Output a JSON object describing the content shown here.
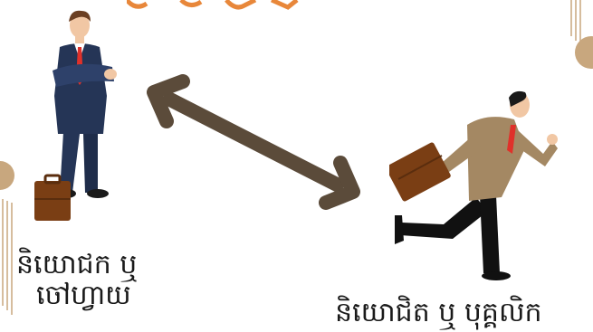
{
  "labels": {
    "employer_line1": "និយោជក ឬ",
    "employer_line2": "ចៅហ្វាយ",
    "employee": "និយោជិត ឬ បុគ្គលិក"
  },
  "colors": {
    "background": "#ffffff",
    "arrow": "#5b4b3a",
    "accent_tan": "#c8a77e",
    "heading_orange": "#e8873a",
    "suit_navy": "#253556",
    "suit_tan": "#a48863",
    "tie_red": "#e0312a",
    "briefcase_brown": "#7a3e14"
  },
  "icons": {
    "arrow": "double-headed-arrow-icon",
    "employer": "businessman-arms-crossed-icon",
    "employee": "running-businessman-icon",
    "briefcase": "briefcase-icon"
  }
}
